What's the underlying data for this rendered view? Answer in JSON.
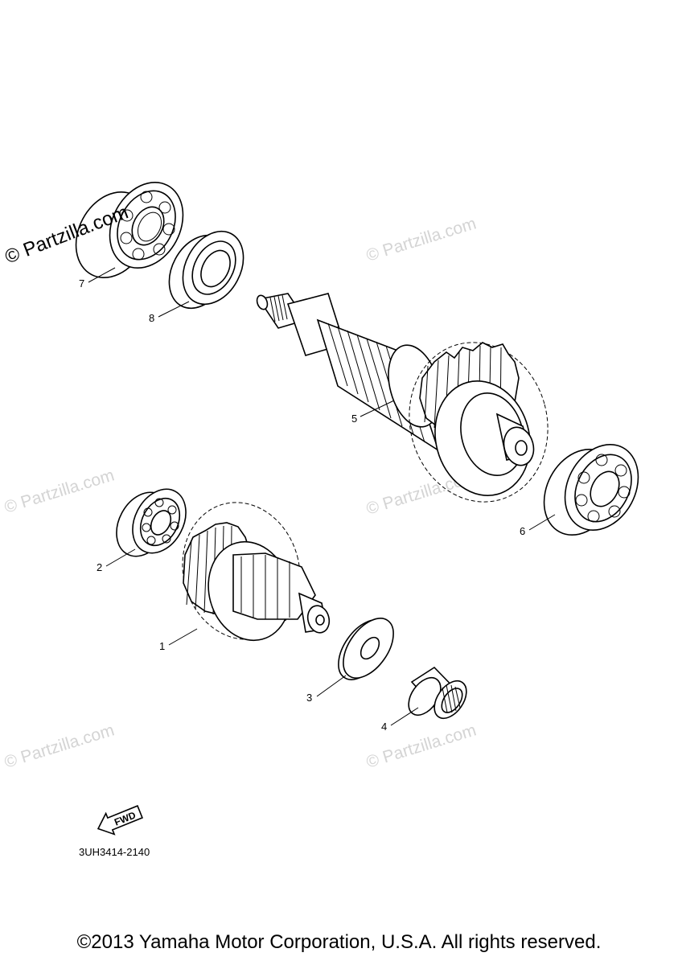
{
  "diagram": {
    "callouts": [
      "1",
      "2",
      "3",
      "4",
      "5",
      "6",
      "7",
      "8"
    ],
    "fwd_label": "FWD",
    "part_code": "3UH3414-2140"
  },
  "watermark": {
    "strong": "© Partzilla.com",
    "faint": "© Partzilla.com"
  },
  "footer": {
    "copyright": "©2013 Yamaha Motor Corporation, U.S.A. All rights reserved."
  }
}
